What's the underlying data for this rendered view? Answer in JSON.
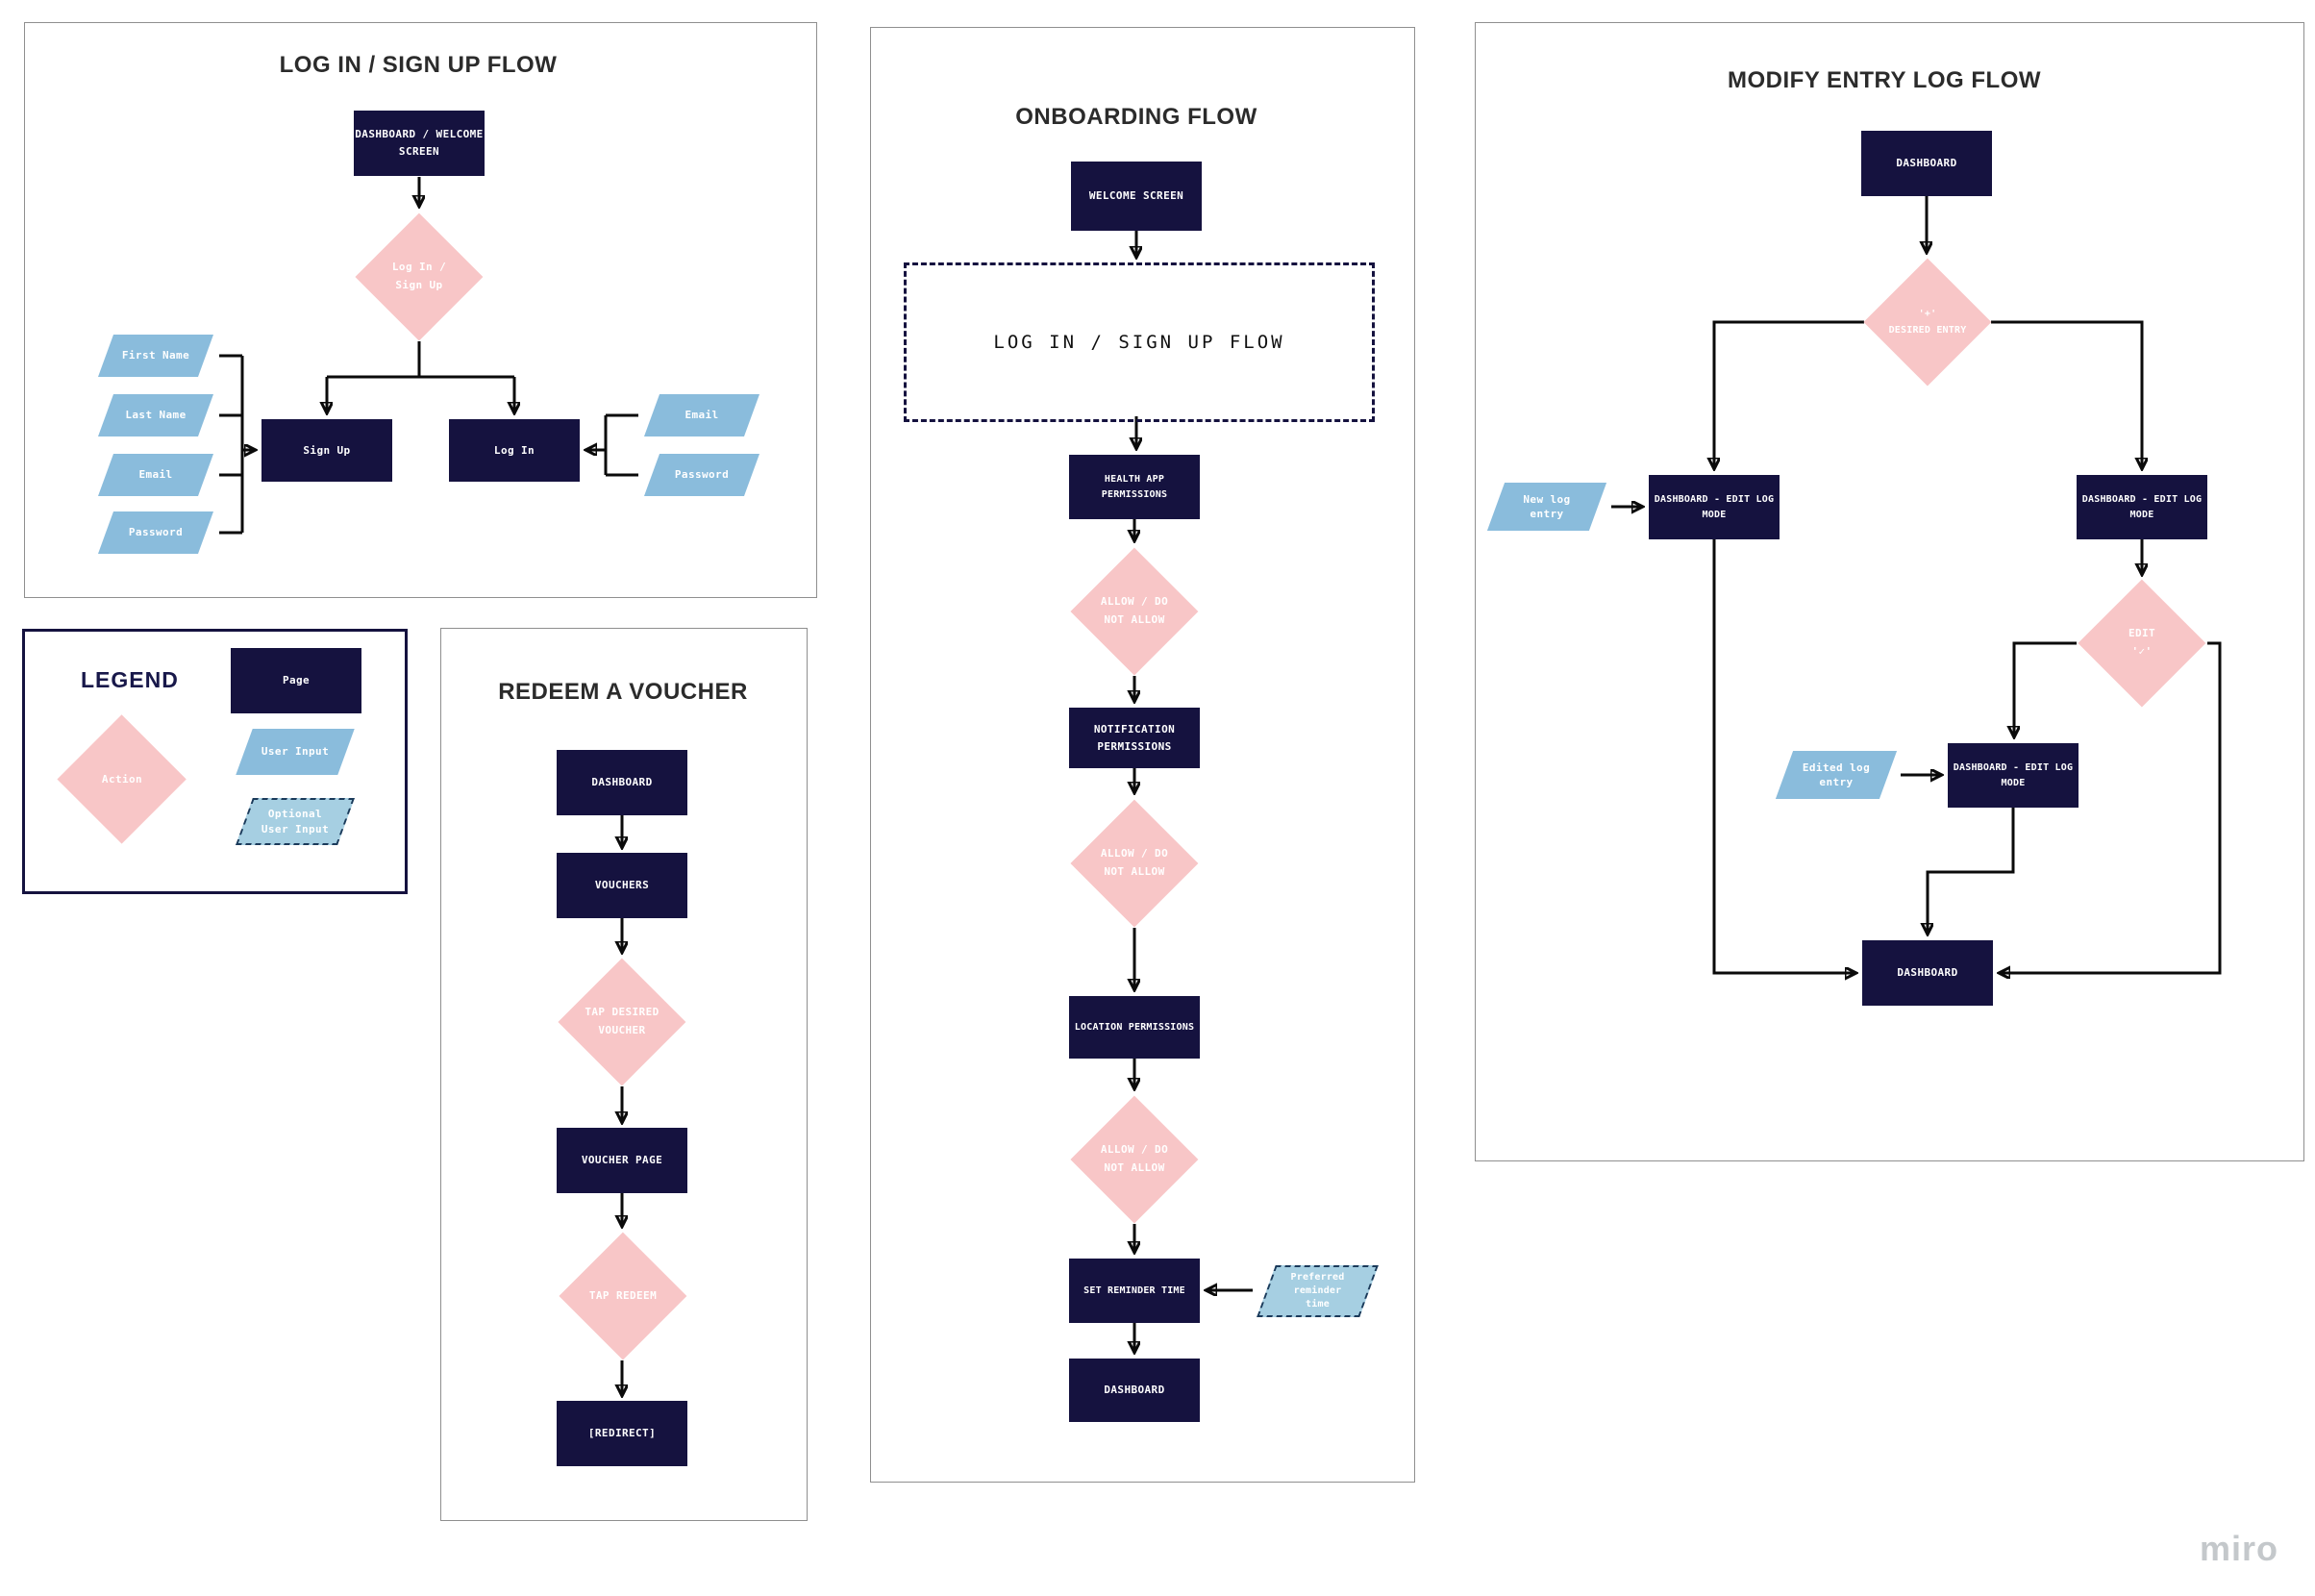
{
  "watermark": "miro",
  "colors": {
    "page_fill": "#15123f",
    "action_fill": "#f8c6c7",
    "user_input_fill": "#8abcdc",
    "optional_user_input_fill": "#a6cfe2",
    "connector": "#0a0a0a",
    "watermark_gray": "#c4c8cb"
  },
  "login_flow": {
    "title": "LOG IN / SIGN UP FLOW",
    "dashboard_welcome": "DASHBOARD / WELCOME\nSCREEN",
    "decision": "Log In /\nSign Up",
    "first_name": "First Name",
    "last_name": "Last Name",
    "email": "Email",
    "password": "Password",
    "sign_up": "Sign Up",
    "log_in": "Log In",
    "login_email": "Email",
    "login_password": "Password"
  },
  "legend": {
    "title": "LEGEND",
    "action_label": "Action",
    "page_label": "Page",
    "user_input_label": "User Input",
    "optional_user_input_label": "Optional\nUser Input"
  },
  "voucher_flow": {
    "title": "REDEEM A VOUCHER",
    "dashboard": "DASHBOARD",
    "vouchers": "VOUCHERS",
    "tap_desired_voucher": "TAP DESIRED\nVOUCHER",
    "voucher_page": "VOUCHER PAGE",
    "tap_redeem": "TAP REDEEM",
    "redirect": "[REDIRECT]"
  },
  "onboarding_flow": {
    "title": "ONBOARDING FLOW",
    "welcome_screen": "WELCOME SCREEN",
    "login_signup_ref": "LOG IN / SIGN UP FLOW",
    "health_app_permissions": "HEALTH APP PERMISSIONS",
    "allow_decision_1": "ALLOW / DO\nNOT ALLOW",
    "notification_permissions": "NOTIFICATION\nPERMISSIONS",
    "allow_decision_2": "ALLOW / DO\nNOT ALLOW",
    "location_permissions": "LOCATION PERMISSIONS",
    "allow_decision_3": "ALLOW / DO\nNOT ALLOW",
    "set_reminder_time": "SET REMINDER TIME",
    "preferred_reminder_time": "Preferred\nreminder\ntime",
    "dashboard": "DASHBOARD"
  },
  "modify_flow": {
    "title": "MODIFY ENTRY LOG FLOW",
    "dashboard_top": "DASHBOARD",
    "entry_decision": "'+'\nDESIRED ENTRY",
    "new_log_entry": "New log\nentry",
    "edit_log_mode_left": "DASHBOARD - EDIT LOG\nMODE",
    "edit_log_mode_right": "DASHBOARD - EDIT LOG\nMODE",
    "edit_decision": "EDIT\n'✓'",
    "edited_log_entry": "Edited log\nentry",
    "edit_log_mode_middle": "DASHBOARD - EDIT LOG\nMODE",
    "dashboard_bottom": "DASHBOARD"
  }
}
